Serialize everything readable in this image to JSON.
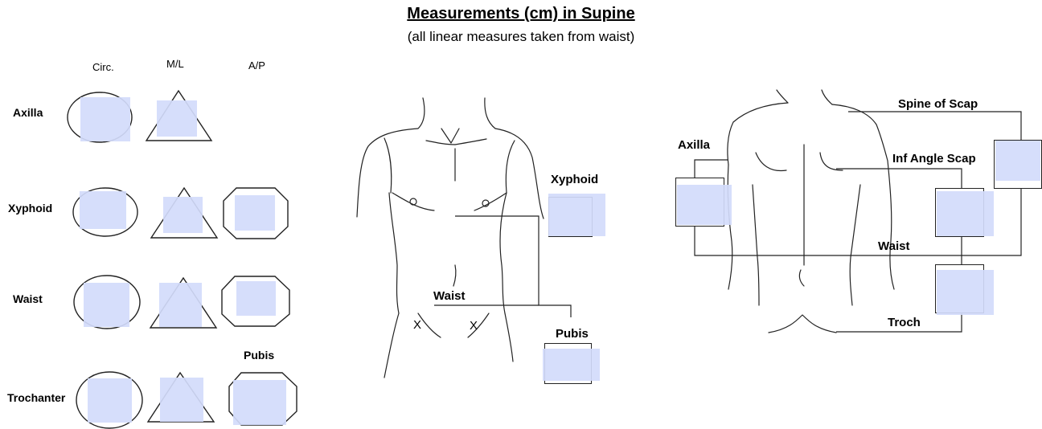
{
  "header": {
    "title": "Measurements (cm) in Supine",
    "subtitle": "(all linear measures taken from waist)"
  },
  "left_table": {
    "columns": [
      "Circ.",
      "M/L",
      "A/P"
    ],
    "rows": [
      "Axilla",
      "Xyphoid",
      "Waist",
      "Trochanter"
    ],
    "pubis_label": "Pubis"
  },
  "front_view": {
    "labels": {
      "xyphoid": "Xyphoid",
      "waist": "Waist",
      "pubis": "Pubis",
      "mark": "X"
    }
  },
  "back_view": {
    "labels": {
      "spine_of_scap": "Spine of Scap",
      "axilla": "Axilla",
      "inf_angle_scap": "Inf Angle Scap",
      "waist": "Waist",
      "troch": "Troch"
    }
  },
  "colors": {
    "input_fill": "#d2dbfb",
    "line": "#222222"
  }
}
